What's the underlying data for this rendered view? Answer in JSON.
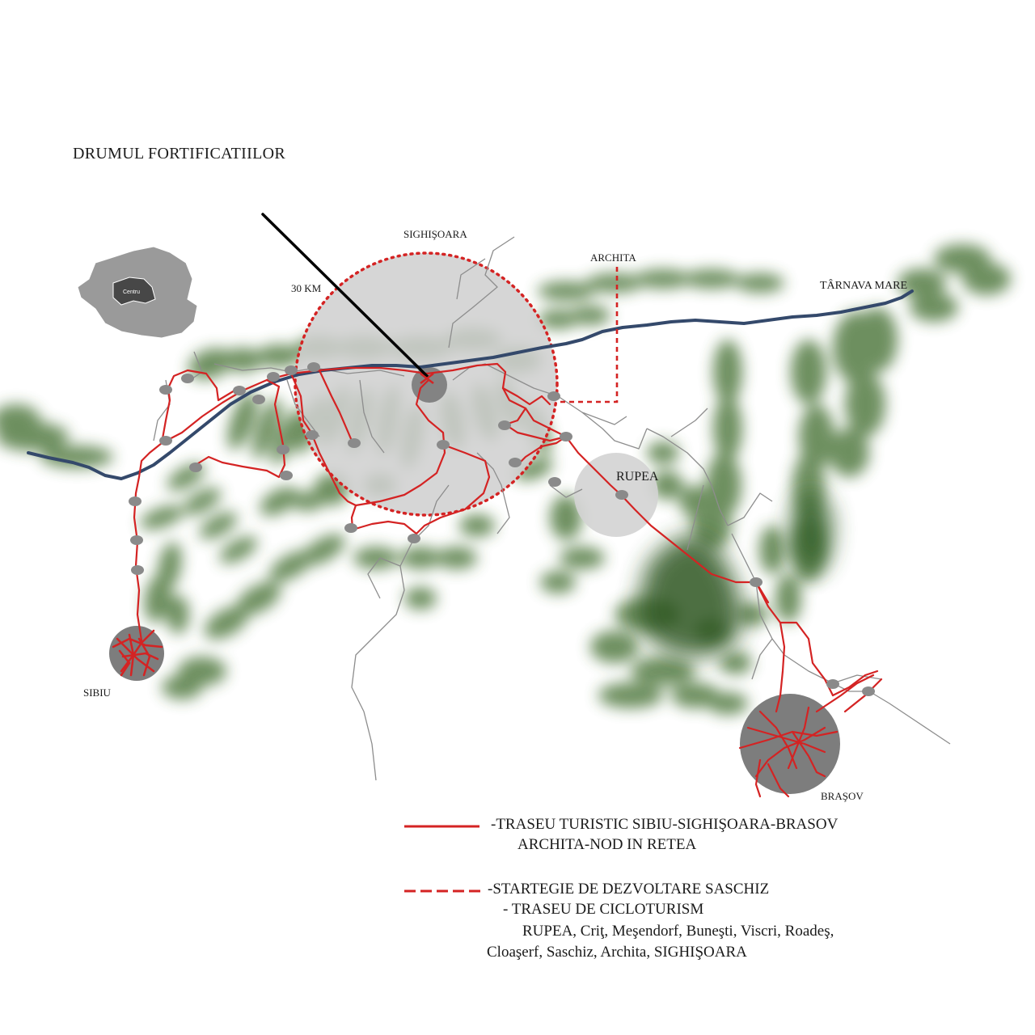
{
  "title": "DRUMUL FORTIFICATIILOR",
  "labels": {
    "sighisoara": "SIGHIŞOARA",
    "archita": "ARCHITA",
    "tarnava": "TÂRNAVA MARE",
    "radius": "30 KM",
    "rupea": "RUPEA",
    "sibiu": "SIBIU",
    "brasov": "BRAŞOV",
    "inset_region": "Centru"
  },
  "legend": {
    "solid_line1": "-TRASEU TURISTIC  SIBIU-SIGHIŞOARA-BRASOV",
    "solid_line2": "ARCHITA-NOD IN RETEA",
    "dashed_line1": "-STARTEGIE DE DEZVOLTARE SASCHIZ",
    "dashed_line2": "- TRASEU DE CICLOTURISM",
    "dashed_line3": "RUPEA, Criţ, Meşendorf, Buneşti, Viscri, Roadeş,",
    "dashed_line4": "Cloaşerf, Saschiz, Archita, SIGHIŞOARA"
  },
  "colors": {
    "route": "#d42323",
    "river": "#34496b",
    "forest": "#3e6a2c",
    "node": "#8a8a8a",
    "city_disc": "#7d7d7d",
    "buffer": "#cfcfcf",
    "road": "#8d8d8d"
  }
}
